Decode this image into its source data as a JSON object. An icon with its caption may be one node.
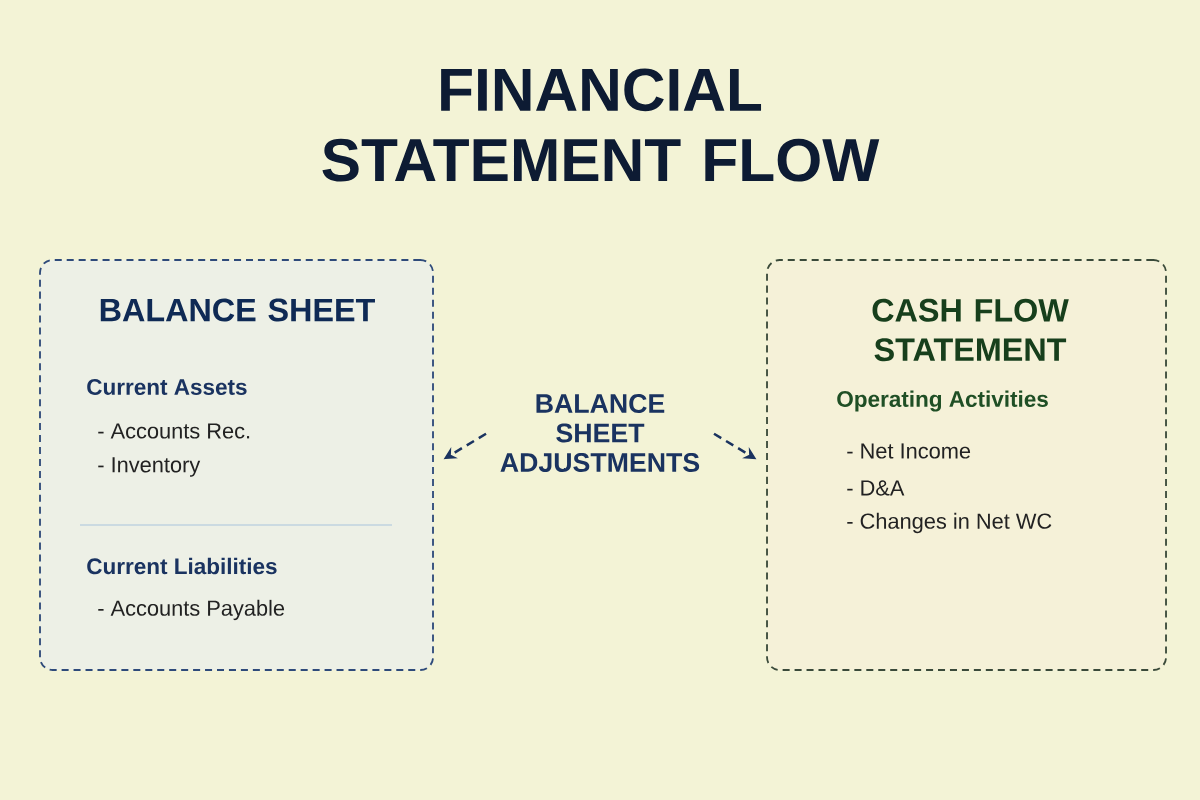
{
  "diagram": {
    "title": "FINANCIAL STATEMENT FLOW",
    "nodes": [
      {
        "text": [
          "BALANCE SHEET",
          "Current Assets",
          "-  Accounts Rec.",
          "-  Inventory",
          "Current Liabilities",
          "-  Accounts Payable"
        ]
      },
      {
        "text": [
          "BALANCE SHEET ADJUSTMENTS"
        ]
      },
      {
        "text": [
          "CASH FLOW STATEMENT",
          "Operating Activities",
          "-  Net Income",
          "-  D&A",
          "-  Changes in Net WC"
        ]
      }
    ],
    "edges": [
      {
        "from": 1,
        "to": 0,
        "arrow": "to",
        "style": "dashed"
      },
      {
        "from": 1,
        "to": 2,
        "arrow": "to",
        "style": "dashed"
      }
    ]
  }
}
